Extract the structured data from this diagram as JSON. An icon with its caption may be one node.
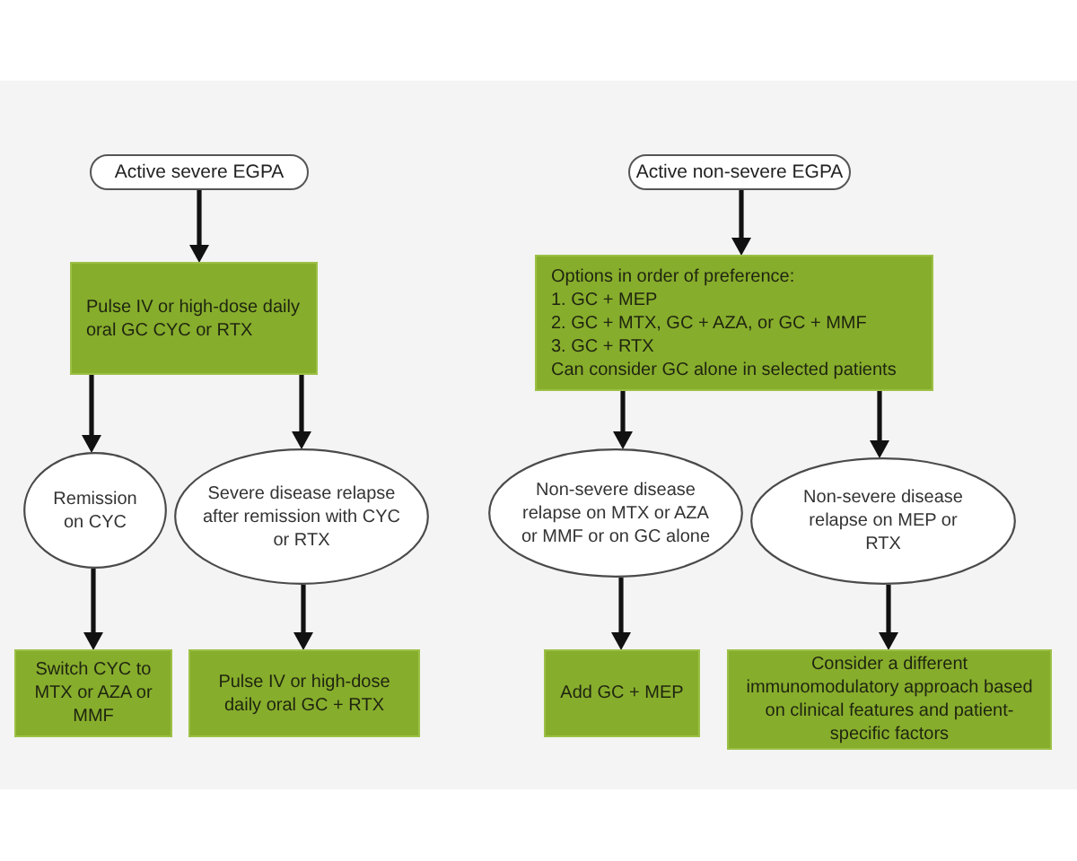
{
  "diagram": {
    "nodes": [
      {
        "text": [
          "Active severe EGPA"
        ]
      },
      {
        "text": [
          "Active non-severe EGPA"
        ]
      },
      {
        "text": [
          "Pulse IV or high-dose daily oral GC CYC or RTX"
        ]
      },
      {
        "text": [
          "Options in order of preference:",
          "1. GC + MEP",
          "2. GC + MTX, GC + AZA, or GC + MMF",
          "3. GC + RTX",
          "Can consider GC alone in selected patients"
        ]
      },
      {
        "text": [
          "Remission on CYC"
        ]
      },
      {
        "text": [
          "Severe disease relapse after remission with CYC or RTX"
        ]
      },
      {
        "text": [
          "Non-severe disease relapse on MTX or AZA or MMF or on GC alone"
        ]
      },
      {
        "text": [
          "Non-severe disease relapse on MEP or RTX"
        ]
      },
      {
        "text": [
          "Switch CYC to MTX or AZA or MMF"
        ]
      },
      {
        "text": [
          "Pulse IV or high-dose daily oral GC + RTX"
        ]
      },
      {
        "text": [
          "Add GC + MEP"
        ]
      },
      {
        "text": [
          "Consider a different immunomodulatory approach based on clinical features and patient-specific factors"
        ]
      }
    ],
    "edges": [
      {
        "from": 0,
        "to": 2,
        "arrow": "to"
      },
      {
        "from": 1,
        "to": 3,
        "arrow": "to"
      },
      {
        "from": 2,
        "to": 4,
        "arrow": "to"
      },
      {
        "from": 2,
        "to": 5,
        "arrow": "to"
      },
      {
        "from": 3,
        "to": 6,
        "arrow": "to"
      },
      {
        "from": 3,
        "to": 7,
        "arrow": "to"
      },
      {
        "from": 4,
        "to": 8,
        "arrow": "to"
      },
      {
        "from": 5,
        "to": 9,
        "arrow": "to"
      },
      {
        "from": 6,
        "to": 10,
        "arrow": "to"
      },
      {
        "from": 7,
        "to": 11,
        "arrow": "to"
      }
    ]
  }
}
